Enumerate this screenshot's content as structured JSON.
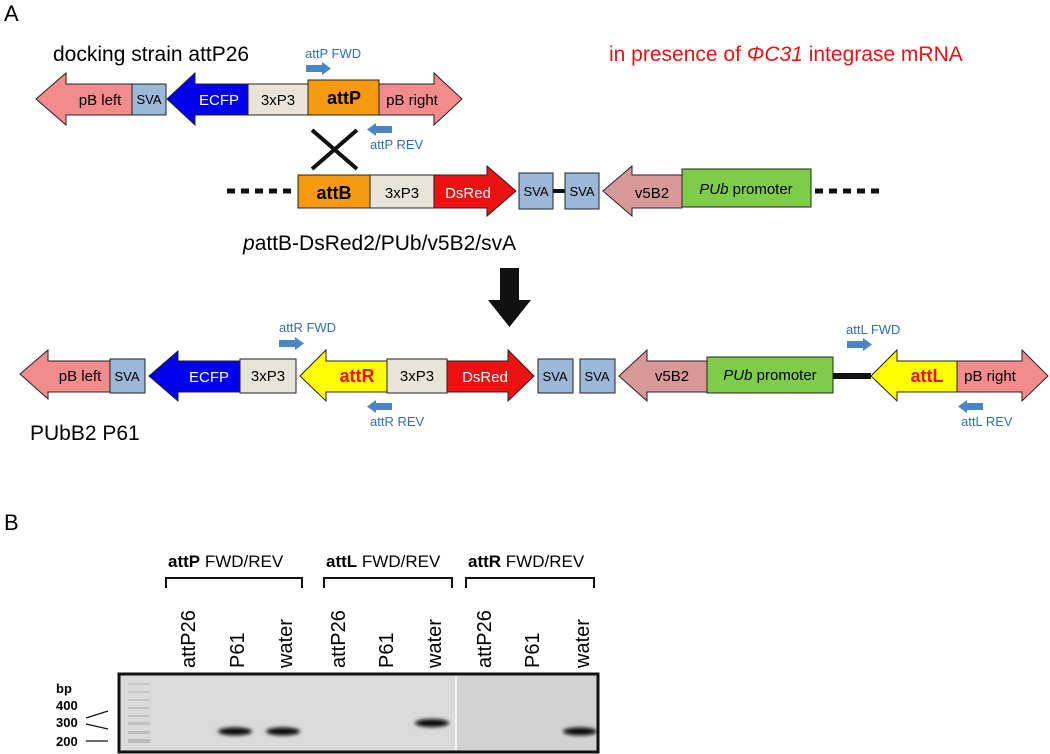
{
  "panel_a": {
    "label": "A",
    "docking_title": "docking strain attP26",
    "integrase_note_pre": "in presence of ",
    "integrase_note_italic": "ΦC31",
    "integrase_note_post": " integrase mRNA",
    "docking": {
      "pb_left": "pB left",
      "sva": "SVA",
      "ecfp": "ECFP",
      "x3p3": "3xP3",
      "attp": "attP",
      "pb_right": "pB right"
    },
    "primers_top": {
      "attp_fwd": "attP FWD",
      "attp_rev": "attP REV"
    },
    "plasmid": {
      "attb": "attB",
      "x3p3": "3xP3",
      "dsred": "DsRed",
      "sva1": "SVA",
      "sva2": "SVA",
      "v5b2": "v5B2",
      "pub_italic": "PUb",
      "pub_rest": " promoter",
      "name_italic": "p",
      "name_rest": "attB-DsRed2/PUb/v5B2/svA"
    },
    "product": {
      "pb_left": "pB left",
      "sva": "SVA",
      "ecfp": "ECFP",
      "x3p3a": "3xP3",
      "attr": "attR",
      "x3p3b": "3xP3",
      "dsred": "DsRed",
      "sva1": "SVA",
      "sva2": "SVA",
      "v5b2": "v5B2",
      "pub_italic": "PUb",
      "pub_rest": " promoter",
      "attl": "attL",
      "pb_right": "pB right",
      "name": "PUbB2 P61"
    },
    "primers_bottom": {
      "attr_fwd": "attR FWD",
      "attr_rev": "attR REV",
      "attl_fwd": "attL FWD",
      "attl_rev": "attL REV"
    }
  },
  "panel_b": {
    "label": "B",
    "groups": [
      {
        "bold": "attP",
        "rest": " FWD/REV"
      },
      {
        "bold": "attL",
        "rest": " FWD/REV"
      },
      {
        "bold": "attR",
        "rest": " FWD/REV"
      }
    ],
    "lanes": [
      "attP26",
      "P61",
      "water",
      "attP26",
      "P61",
      "water",
      "attP26",
      "P61",
      "water"
    ],
    "bp_label": "bp",
    "ladder_marks": [
      "400",
      "300",
      "200"
    ],
    "bands": [
      {
        "lane": 1,
        "size_bp": 260
      },
      {
        "lane": 2,
        "size_bp": 260
      },
      {
        "lane": 5,
        "size_bp": 300
      },
      {
        "lane": 8,
        "size_bp": 260
      }
    ]
  },
  "colors": {
    "pb": "#f28b8b",
    "sva": "#9bb8d9",
    "ecfp": "#0000ee",
    "x3p3": "#e8e4d8",
    "att_orange": "#f59a10",
    "dsred": "#ee1111",
    "v5b2": "#d89898",
    "pub": "#7fcc4a",
    "att_yellow": "#ffff00",
    "primer": "#4a86c6",
    "primer_text": "#2f6fb5",
    "title_red": "#ee1111"
  }
}
